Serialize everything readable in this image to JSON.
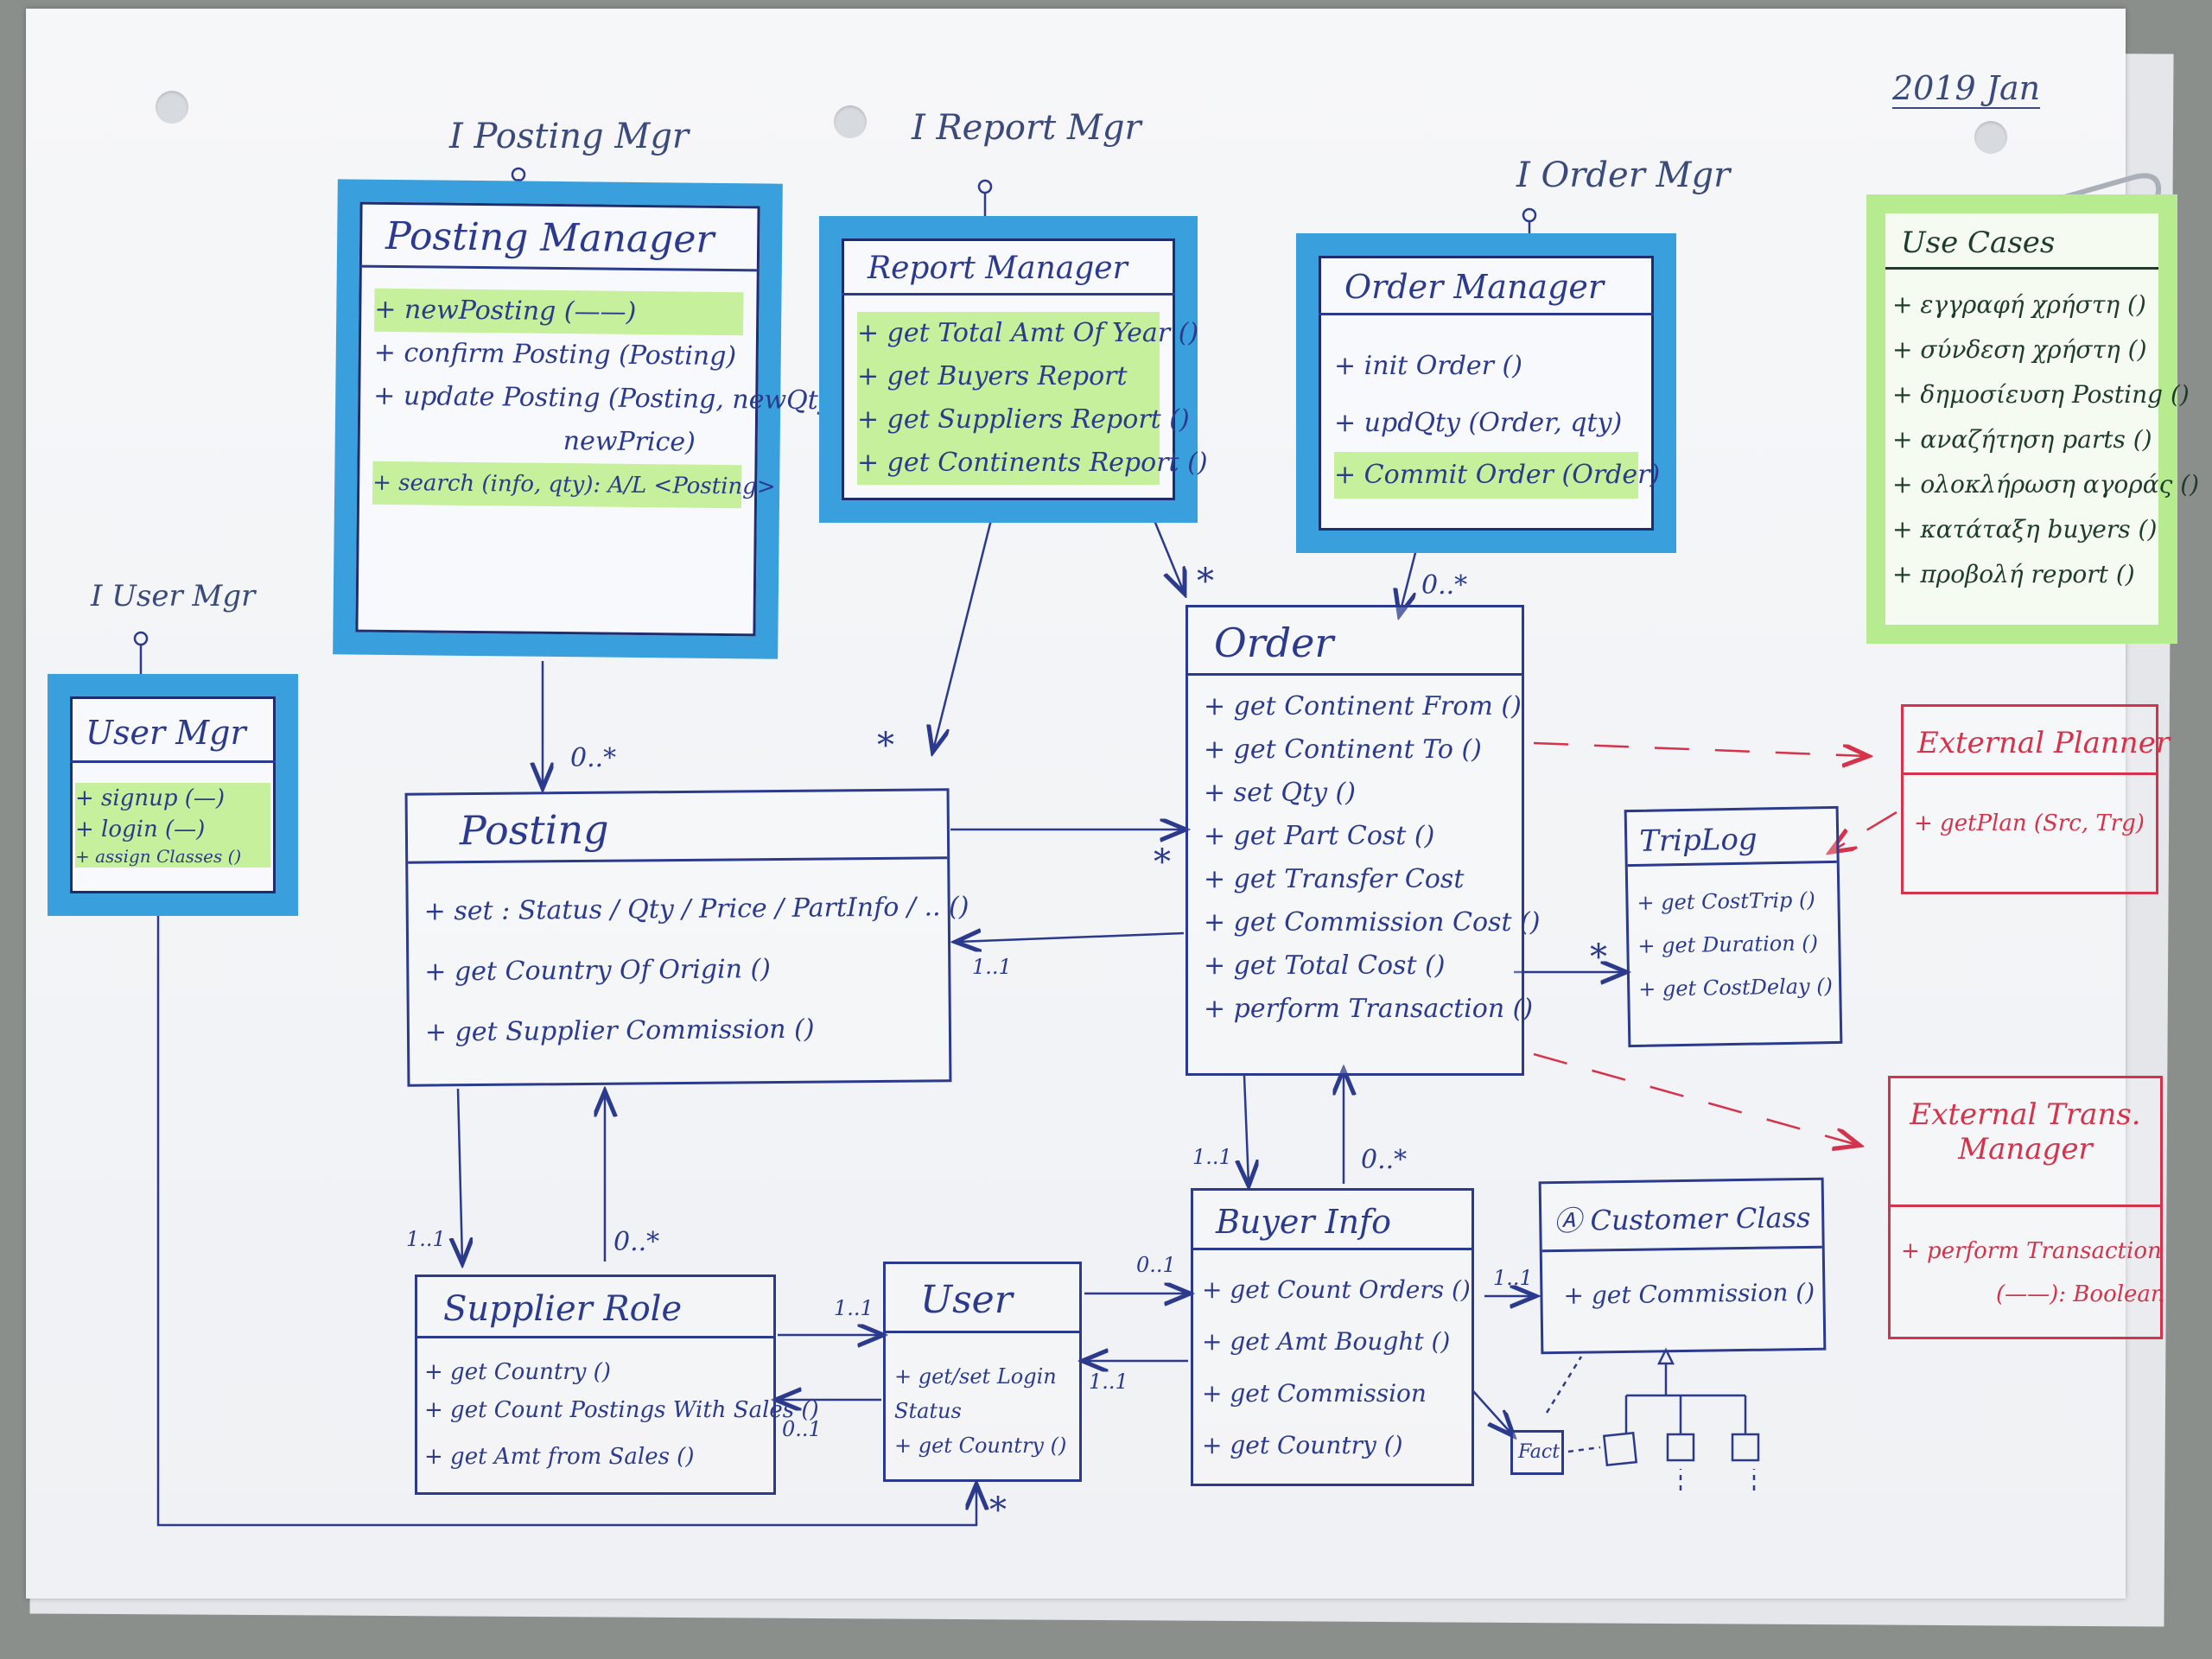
{
  "date": "2019 Jan",
  "interfaces": {
    "posting": "I Posting Mgr",
    "report": "I Report Mgr",
    "order": "I Order Mgr",
    "user": "I User Mgr"
  },
  "classes": {
    "posting_manager": {
      "name": "Posting Manager",
      "methods": [
        "+ newPosting (——)",
        "+ confirm Posting (Posting)",
        "+ update Posting (Posting, newQty,",
        "newPrice)",
        "+ search (info, qty): A/L <Posting>"
      ]
    },
    "report_manager": {
      "name": "Report Manager",
      "methods": [
        "+ get Total Amt Of Year ()",
        "+ get Buyers Report",
        "+ get Suppliers Report ()",
        "+ get Continents Report ()"
      ]
    },
    "order_manager": {
      "name": "Order Manager",
      "methods": [
        "+ init Order ()",
        "+ updQty (Order, qty)",
        "+ Commit Order (Order)"
      ]
    },
    "user_mgr": {
      "name": "User Mgr",
      "methods": [
        "+ signup (—)",
        "+ login (—)",
        "+ assign Classes ()"
      ]
    },
    "use_cases": {
      "name": "Use Cases",
      "methods": [
        "+ εγγραφή χρήστη ()",
        "+ σύνδεση χρήστη ()",
        "+ δημοσίευση Posting ()",
        "+ αναζήτηση parts ()",
        "+ ολοκλήρωση αγοράς ()",
        "+ κατάταξη buyers ()",
        "+ προβολή report ()"
      ]
    },
    "order": {
      "name": "Order",
      "methods": [
        "+ get Continent From ()",
        "+ get Continent To ()",
        "+ set Qty ()",
        "+ get Part Cost ()",
        "+ get Transfer Cost",
        "+ get Commission Cost ()",
        "+ get Total Cost ()",
        "+ perform Transaction ()"
      ]
    },
    "posting": {
      "name": "Posting",
      "methods": [
        "+ set : Status / Qty / Price / PartInfo / .. ()",
        "+ get Country Of Origin ()",
        "+ get Supplier Commission ()"
      ]
    },
    "triplog": {
      "name": "TripLog",
      "methods": [
        "+ get CostTrip ()",
        "+ get Duration ()",
        "+ get CostDelay ()"
      ]
    },
    "external_planner": {
      "name": "External Planner",
      "methods": [
        "+ getPlan (Src, Trg)"
      ]
    },
    "external_trans_manager": {
      "name": "External Trans. Manager",
      "methods": [
        "+ perform Transaction",
        "(——): Boolean"
      ]
    },
    "supplier_role": {
      "name": "Supplier Role",
      "methods": [
        "+ get Country ()",
        "+ get Count Postings With Sales ()",
        "+ get Amt from Sales ()"
      ]
    },
    "user": {
      "name": "User",
      "methods": [
        "+ get/set Login Status",
        "+ get Country ()"
      ]
    },
    "buyer_info": {
      "name": "Buyer Info",
      "methods": [
        "+ get Count Orders ()",
        "+ get Amt Bought ()",
        "+ get Commission",
        "+ get Country ()"
      ]
    },
    "customer_class": {
      "name": "Ⓐ Customer Class",
      "methods": [
        "+ get Commission ()"
      ]
    }
  },
  "multiplicities": {
    "ordermgr_order": "0..*",
    "postingmgr_posting": "0..*",
    "reportmgr_star": "*",
    "ordermgr_star": "*",
    "posting_order": "*",
    "order_posting": "1..1",
    "order_triplog": "*",
    "order_buyer": "1..1",
    "buyer_order": "0..*",
    "posting_supplier": "1..1",
    "supplier_posting": "0..*",
    "supplier_user": "1..1",
    "user_supplier": "0..1",
    "user_buyer": "0..1",
    "buyer_user": "1..1",
    "buyer_customer": "1..1",
    "usermgr_user": "*"
  },
  "fact_label": "Fact",
  "colors": {
    "ink_blue": "#2b3a8c",
    "marker_blue": "#3aa0dd",
    "highlight_green": "#c6f09b",
    "ink_red": "#d4334b",
    "marker_green": "#b6ec8f"
  }
}
